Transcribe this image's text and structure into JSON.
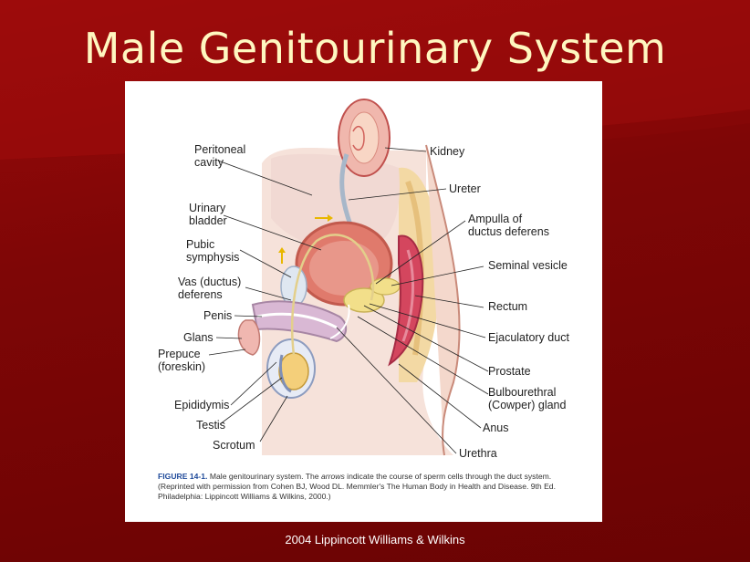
{
  "slide": {
    "title": "Male Genitourinary System",
    "footer": "2004 Lippincott Williams & Wilkins"
  },
  "figure": {
    "labels_left": {
      "peritoneal_cavity": "Peritoneal\ncavity",
      "urinary_bladder": "Urinary\nbladder",
      "pubic_symphysis": "Pubic\nsymphysis",
      "vas_deferens": "Vas (ductus)\ndeferens",
      "penis": "Penis",
      "glans": "Glans",
      "prepuce": "Prepuce\n(foreskin)",
      "epididymis": "Epididymis",
      "testis": "Testis",
      "scrotum": "Scrotum"
    },
    "labels_right": {
      "kidney": "Kidney",
      "ureter": "Ureter",
      "ampulla": "Ampulla of\nductus deferens",
      "seminal_vesicle": "Seminal vesicle",
      "rectum": "Rectum",
      "ejaculatory_duct": "Ejaculatory duct",
      "prostate": "Prostate",
      "bulbourethral": "Bulbourethral\n(Cowper) gland",
      "anus": "Anus",
      "urethra": "Urethra"
    },
    "caption": {
      "figure_number": "FIGURE 14-1.",
      "text_before_italic": " Male genitourinary system. The ",
      "italic_word": "arrows",
      "text_after_italic": " indicate the course of sperm cells through the duct system. (Reprinted with permission from Cohen BJ, Wood DL. Memmler's The Human Body in Health and Disease. 9th Ed. Philadelphia: Lippincott Williams & Wilkins, 2000.)"
    }
  },
  "colors": {
    "background": "#7e0606",
    "title": "#fff7c0",
    "figure_number": "#1f4a9a"
  }
}
